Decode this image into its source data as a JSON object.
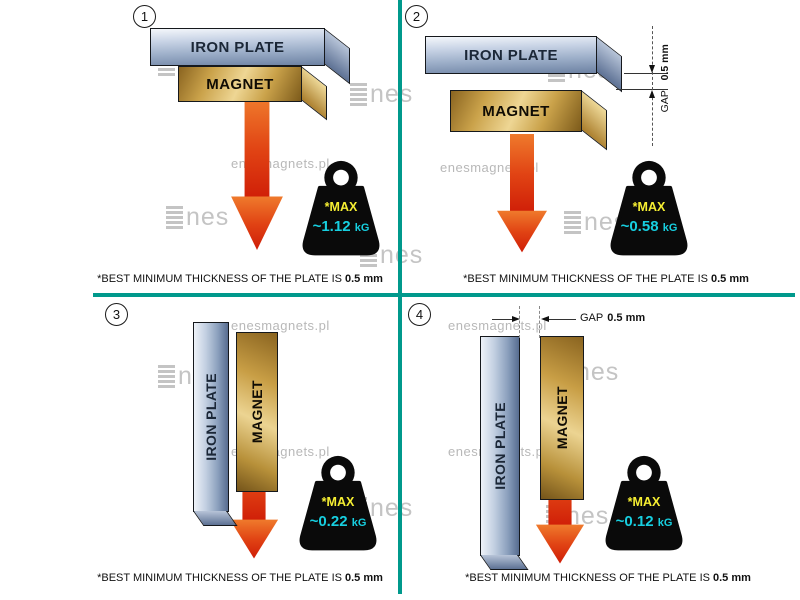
{
  "watermark": {
    "site": "enesmagnets.pl",
    "logo_text": "nes"
  },
  "panels": [
    {
      "number": "1",
      "iron_label": "IRON PLATE",
      "magnet_label": "MAGNET",
      "weight": {
        "max_label": "*MAX",
        "value": "~1.12",
        "unit": "kG"
      },
      "caption": "*BEST MINIMUM THICKNESS OF THE PLATE IS",
      "caption_bold": "0.5 mm"
    },
    {
      "number": "2",
      "iron_label": "IRON PLATE",
      "magnet_label": "MAGNET",
      "gap": {
        "label": "GAP",
        "value": "0.5 mm"
      },
      "weight": {
        "max_label": "*MAX",
        "value": "~0.58",
        "unit": "kG"
      },
      "caption": "*BEST MINIMUM THICKNESS OF THE PLATE IS",
      "caption_bold": "0.5 mm"
    },
    {
      "number": "3",
      "iron_label": "IRON PLATE",
      "magnet_label": "MAGNET",
      "weight": {
        "max_label": "*MAX",
        "value": "~0.22",
        "unit": "kG"
      },
      "caption": "*BEST MINIMUM THICKNESS OF THE PLATE IS",
      "caption_bold": "0.5 mm"
    },
    {
      "number": "4",
      "iron_label": "IRON PLATE",
      "magnet_label": "MAGNET",
      "gap": {
        "label": "GAP",
        "value": "0.5 mm"
      },
      "weight": {
        "max_label": "*MAX",
        "value": "~0.12",
        "unit": "kG"
      },
      "caption": "*BEST MINIMUM THICKNESS OF THE PLATE IS",
      "caption_bold": "0.5 mm"
    }
  ]
}
